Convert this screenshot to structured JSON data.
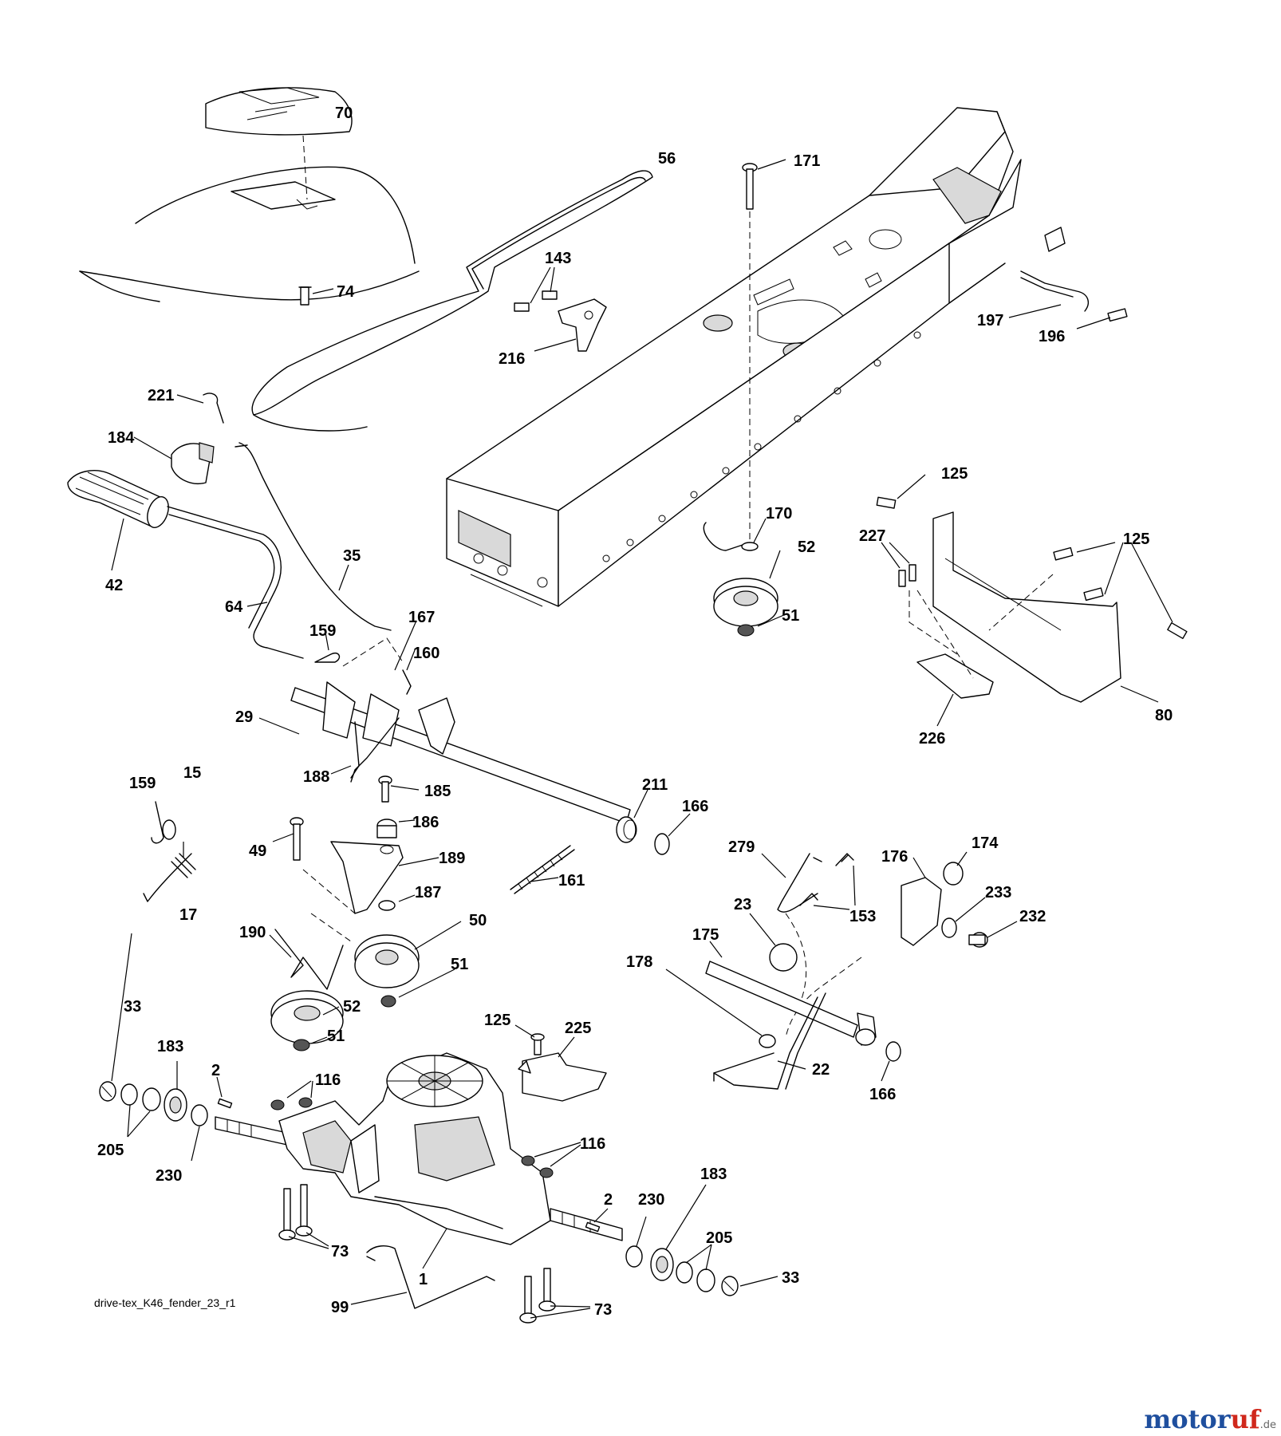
{
  "source_label": "drive-tex_K46_fender_23_r1",
  "watermark": {
    "part1": "motor",
    "part2": "uf",
    "suffix": ".de",
    "color_blue": "#1f4f9e",
    "color_red": "#d0281c"
  },
  "callouts": [
    "70",
    "56",
    "171",
    "74",
    "143",
    "216",
    "197",
    "196",
    "221",
    "184",
    "42",
    "64",
    "35",
    "167",
    "159",
    "160",
    "29",
    "125",
    "227",
    "125",
    "170",
    "52",
    "51",
    "80",
    "226",
    "188",
    "159",
    "15",
    "185",
    "186",
    "211",
    "166",
    "49",
    "189",
    "17",
    "161",
    "187",
    "279",
    "176",
    "174",
    "153",
    "233",
    "232",
    "23",
    "175",
    "50",
    "190",
    "51",
    "52",
    "51",
    "178",
    "33",
    "183",
    "125",
    "225",
    "22",
    "166",
    "116",
    "2",
    "205",
    "230",
    "116",
    "183",
    "230",
    "2",
    "205",
    "73",
    "1",
    "33",
    "99",
    "73"
  ]
}
